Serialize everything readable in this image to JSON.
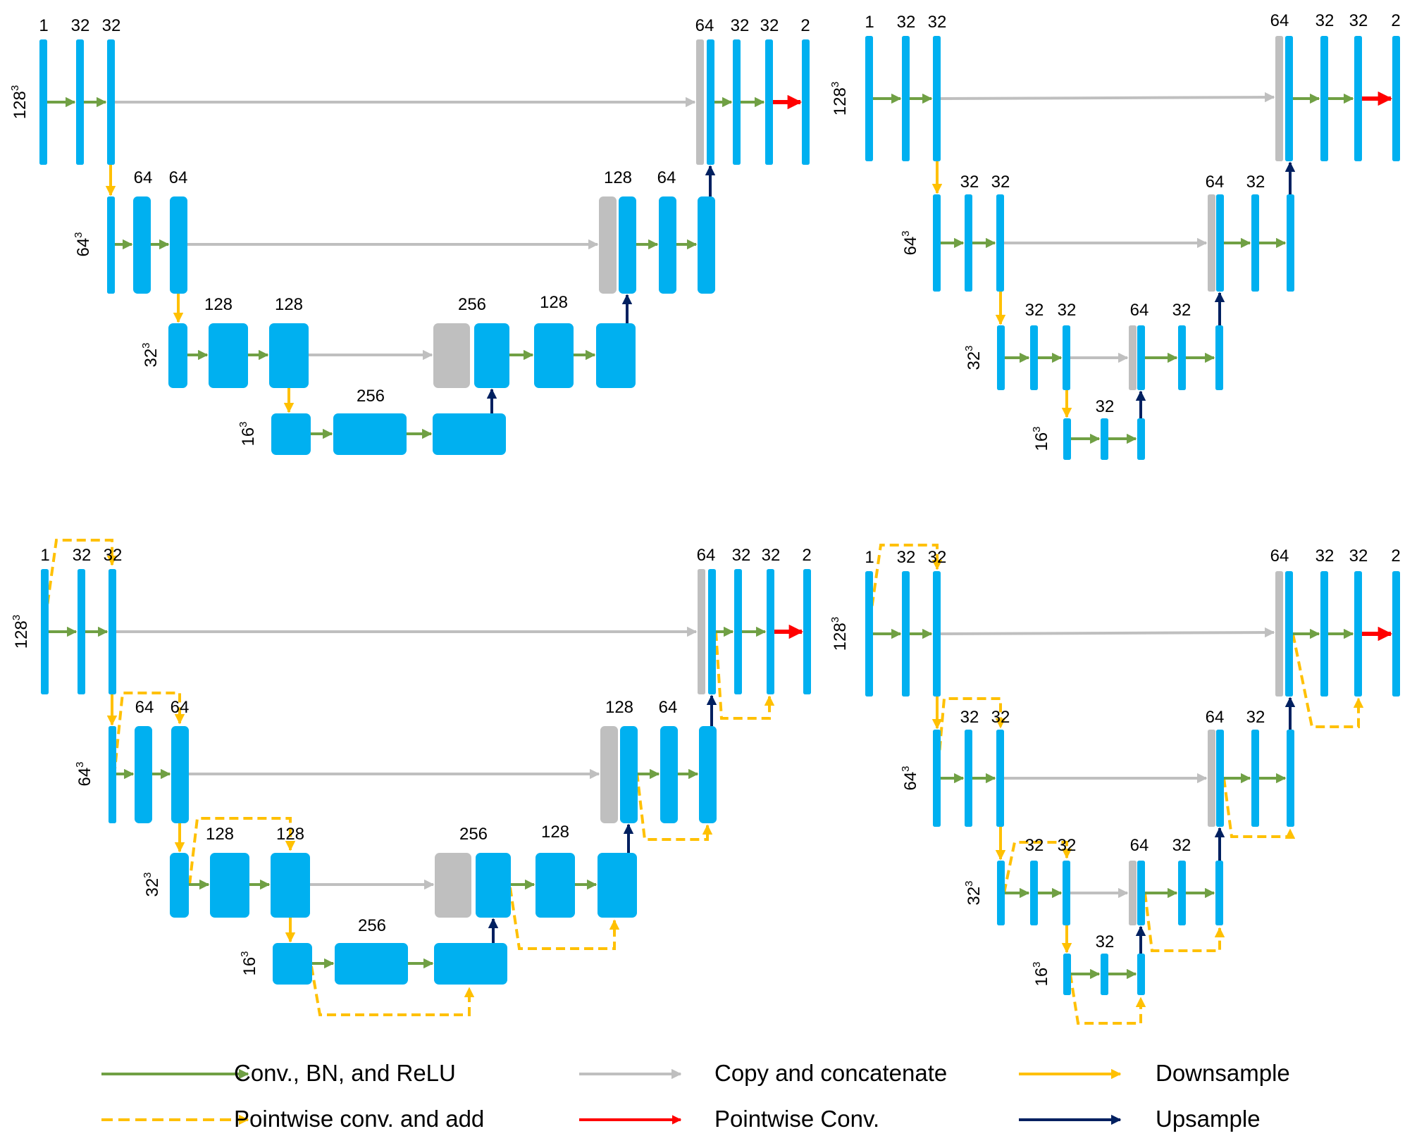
{
  "colors": {
    "block": "#00b0f0",
    "concat": "#bfbfbf",
    "conv": "#70a044",
    "copy": "#bfbfbf",
    "down": "#ffc000",
    "pointwise": "#ff0000",
    "up": "#002060",
    "residual": "#ffc000"
  },
  "panels": {
    "tl": {
      "dims": [
        "128",
        "64",
        "32",
        "16"
      ],
      "dim_exp": "3",
      "labels": [
        "1",
        "32",
        "32",
        "64",
        "64",
        "128",
        "128",
        "256",
        "256",
        "128",
        "128",
        "64",
        "64",
        "32",
        "32",
        "2"
      ]
    },
    "tr": {
      "dims": [
        "128",
        "64",
        "32",
        "16"
      ],
      "dim_exp": "3",
      "labels": [
        "1",
        "32",
        "32",
        "32",
        "32",
        "32",
        "32",
        "32",
        "64",
        "32",
        "64",
        "32",
        "64",
        "32",
        "32",
        "2"
      ]
    },
    "bl": {
      "dims": [
        "128",
        "64",
        "32",
        "16"
      ],
      "dim_exp": "3",
      "labels": [
        "1",
        "32",
        "32",
        "64",
        "64",
        "128",
        "128",
        "256",
        "256",
        "128",
        "128",
        "64",
        "64",
        "32",
        "32",
        "2"
      ]
    },
    "br": {
      "dims": [
        "128",
        "64",
        "32",
        "16"
      ],
      "dim_exp": "3",
      "labels": [
        "1",
        "32",
        "32",
        "32",
        "32",
        "32",
        "32",
        "32",
        "64",
        "32",
        "64",
        "32",
        "64",
        "32",
        "32",
        "2"
      ]
    }
  },
  "legend": {
    "conv": "Conv., BN, and ReLU",
    "residual": "Pointwise conv. and add",
    "copy": "Copy and concatenate",
    "pointwise": "Pointwise Conv.",
    "down": "Downsample",
    "up": "Upsample"
  }
}
